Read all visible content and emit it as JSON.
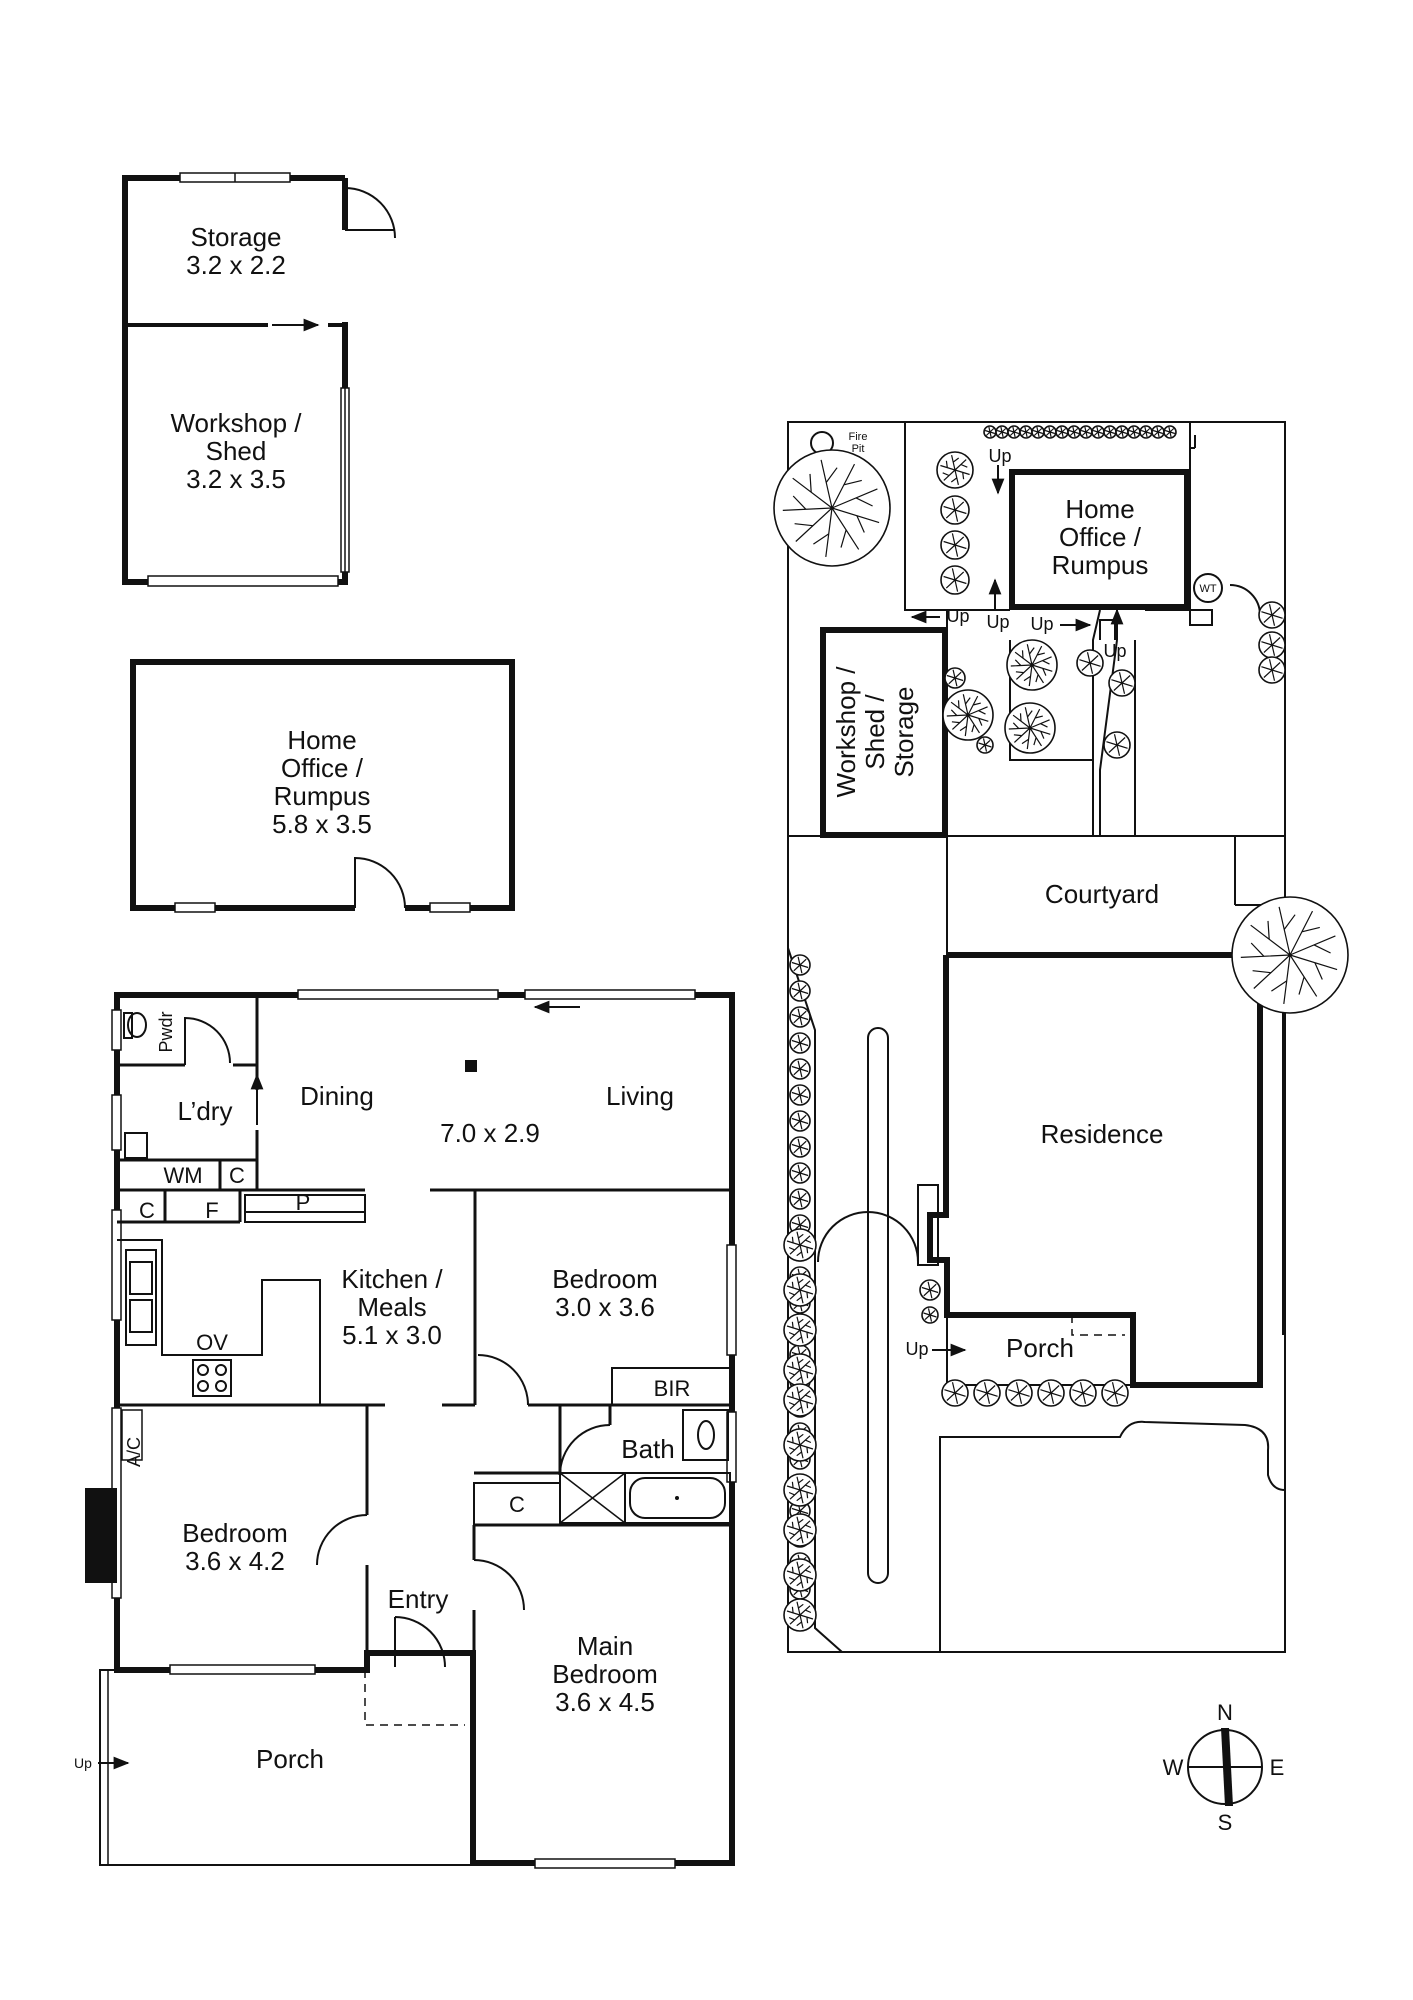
{
  "rooms": {
    "storage": {
      "name": "Storage",
      "dims": "3.2 x 2.2"
    },
    "workshop": {
      "name1": "Workshop /",
      "name2": "Shed",
      "dims": "3.2 x 3.5"
    },
    "home_office": {
      "name1": "Home",
      "name2": "Office /",
      "name3": "Rumpus",
      "dims": "5.8 x 3.5"
    },
    "pwdr": "Pwdr",
    "laundry": "L’dry",
    "wm": "WM",
    "cupboard": "C",
    "fridge": "F",
    "pantry": "P",
    "oven": "OV",
    "dining": "Dining",
    "living": "Living",
    "living_dims": "7.0 x 2.9",
    "kitchen": {
      "name1": "Kitchen /",
      "name2": "Meals",
      "dims": "5.1 x 3.0"
    },
    "bedroom2": {
      "name": "Bedroom",
      "dims": "3.0 x 3.6"
    },
    "bir": "BIR",
    "bath": "Bath",
    "ac": "A/C",
    "bedroom3": {
      "name": "Bedroom",
      "dims": "3.6 x 4.2"
    },
    "entry": "Entry",
    "main_bedroom": {
      "name1": "Main",
      "name2": "Bedroom",
      "dims": "3.6 x 4.5"
    },
    "porch": "Porch",
    "up": "Up"
  },
  "site": {
    "fire_pit1": "Fire",
    "fire_pit2": "Pit",
    "home_office1": "Home",
    "home_office2": "Office /",
    "home_office3": "Rumpus",
    "wt": "WT",
    "workshop1": "Workshop /",
    "workshop2": "Shed /",
    "workshop3": "Storage",
    "courtyard": "Courtyard",
    "residence": "Residence",
    "porch": "Porch",
    "up": "Up"
  },
  "compass": {
    "n": "N",
    "e": "E",
    "s": "S",
    "w": "W"
  }
}
